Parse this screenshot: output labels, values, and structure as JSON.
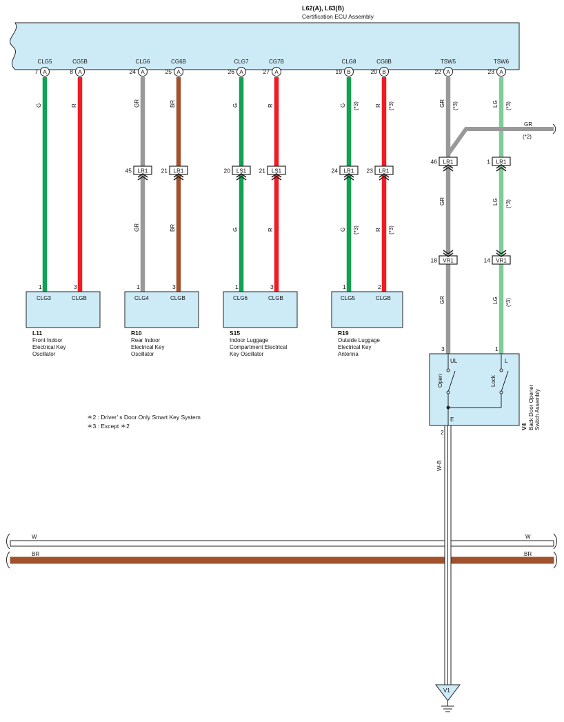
{
  "ecu": {
    "connector_ref": "L62(A), L63(B)",
    "name": "Certification ECU Assembly",
    "terminals": [
      {
        "name": "CLG5",
        "pin": "7",
        "conn": "A"
      },
      {
        "name": "CG5B",
        "pin": "8",
        "conn": "A"
      },
      {
        "name": "CLG6",
        "pin": "24",
        "conn": "A"
      },
      {
        "name": "CG6B",
        "pin": "25",
        "conn": "A"
      },
      {
        "name": "CLG7",
        "pin": "26",
        "conn": "A"
      },
      {
        "name": "CG7B",
        "pin": "27",
        "conn": "A"
      },
      {
        "name": "CLG8",
        "pin": "19",
        "conn": "B"
      },
      {
        "name": "CG8B",
        "pin": "20",
        "conn": "B"
      },
      {
        "name": "TSW5",
        "pin": "22",
        "conn": "A"
      },
      {
        "name": "TSW6",
        "pin": "23",
        "conn": "A"
      }
    ]
  },
  "wires": [
    {
      "upper": "G",
      "lower": "",
      "note_upper": "",
      "note_lower": "",
      "color": "#11a150"
    },
    {
      "upper": "R",
      "lower": "",
      "note_upper": "",
      "note_lower": "",
      "color": "#ee1c24"
    },
    {
      "upper": "GR",
      "lower": "GR",
      "note_upper": "",
      "note_lower": "",
      "color": "#999999"
    },
    {
      "upper": "BR",
      "lower": "BR",
      "note_upper": "",
      "note_lower": "",
      "color": "#a0522d"
    },
    {
      "upper": "G",
      "lower": "G",
      "note_upper": "",
      "note_lower": "",
      "color": "#11a150"
    },
    {
      "upper": "R",
      "lower": "R",
      "note_upper": "",
      "note_lower": "",
      "color": "#ee1c24"
    },
    {
      "upper": "G",
      "lower": "G",
      "note_upper": "(*3)",
      "note_lower": "(*3)",
      "color": "#11a150"
    },
    {
      "upper": "R",
      "lower": "R",
      "note_upper": "(*3)",
      "note_lower": "(*3)",
      "color": "#ee1c24"
    },
    {
      "upper": "GR",
      "lower": "GR",
      "note_upper": "(*3)",
      "note_lower": "",
      "color": "#999999"
    },
    {
      "upper": "LG",
      "lower": "LG",
      "note_upper": "(*3)",
      "note_lower": "(*3)",
      "color": "#7fcc99"
    }
  ],
  "junctions_lr": [
    {
      "pin": "45",
      "code": "LR1"
    },
    {
      "pin": "21",
      "code": "LR1"
    },
    {
      "pin": "20",
      "code": "LS1"
    },
    {
      "pin": "21",
      "code": "LS1"
    },
    {
      "pin": "24",
      "code": "LR1"
    },
    {
      "pin": "23",
      "code": "LR1"
    },
    {
      "pin": "46",
      "code": "LR1"
    },
    {
      "pin": "1",
      "code": "LR1"
    }
  ],
  "junctions_vr": [
    {
      "pin": "18",
      "code": "VR1"
    },
    {
      "pin": "14",
      "code": "VR1"
    }
  ],
  "components": [
    {
      "id": "L11",
      "pins": [
        "1",
        "3"
      ],
      "left_term": "CLG3",
      "right_term": "CLGB",
      "desc": [
        "Front Indoor",
        "Electrical Key",
        "Oscillator"
      ]
    },
    {
      "id": "R10",
      "pins": [
        "1",
        "3"
      ],
      "left_term": "CLG4",
      "right_term": "CLGB",
      "desc": [
        "Rear Indoor",
        "Electrical Key",
        "Oscillator"
      ]
    },
    {
      "id": "S15",
      "pins": [
        "1",
        "3"
      ],
      "left_term": "CLG6",
      "right_term": "CLGB",
      "desc": [
        "Indoor Luggage",
        "Compartment Electrical",
        "Key Oscillator"
      ]
    },
    {
      "id": "R19",
      "pins": [
        "1",
        "2"
      ],
      "left_term": "CLG5",
      "right_term": "CLGB",
      "desc": [
        "Outside Luggage",
        "Electrical Key",
        "Antenna"
      ]
    }
  ],
  "branch": {
    "wire": "GR",
    "note": "(*2)"
  },
  "switch_assembly": {
    "id": "V4",
    "name_lines": [
      "Back Door Opener",
      "Switch Assembly"
    ],
    "pin_ul": "3",
    "pin_l": "1",
    "term_ul": "UL",
    "term_l": "L",
    "term_e": "E",
    "pin_e": "2",
    "open_label": "Open",
    "lock_label": "Lock",
    "ground_wire": "W-B"
  },
  "notes": [
    "＊2 : Driver’ s Door Only Smart Key System",
    "＊3 : Except ＊2"
  ],
  "bus": [
    {
      "label": "W",
      "color": "#ffffff"
    },
    {
      "label": "BR",
      "color": "#a0522d"
    }
  ],
  "ground": {
    "label": "V1"
  }
}
